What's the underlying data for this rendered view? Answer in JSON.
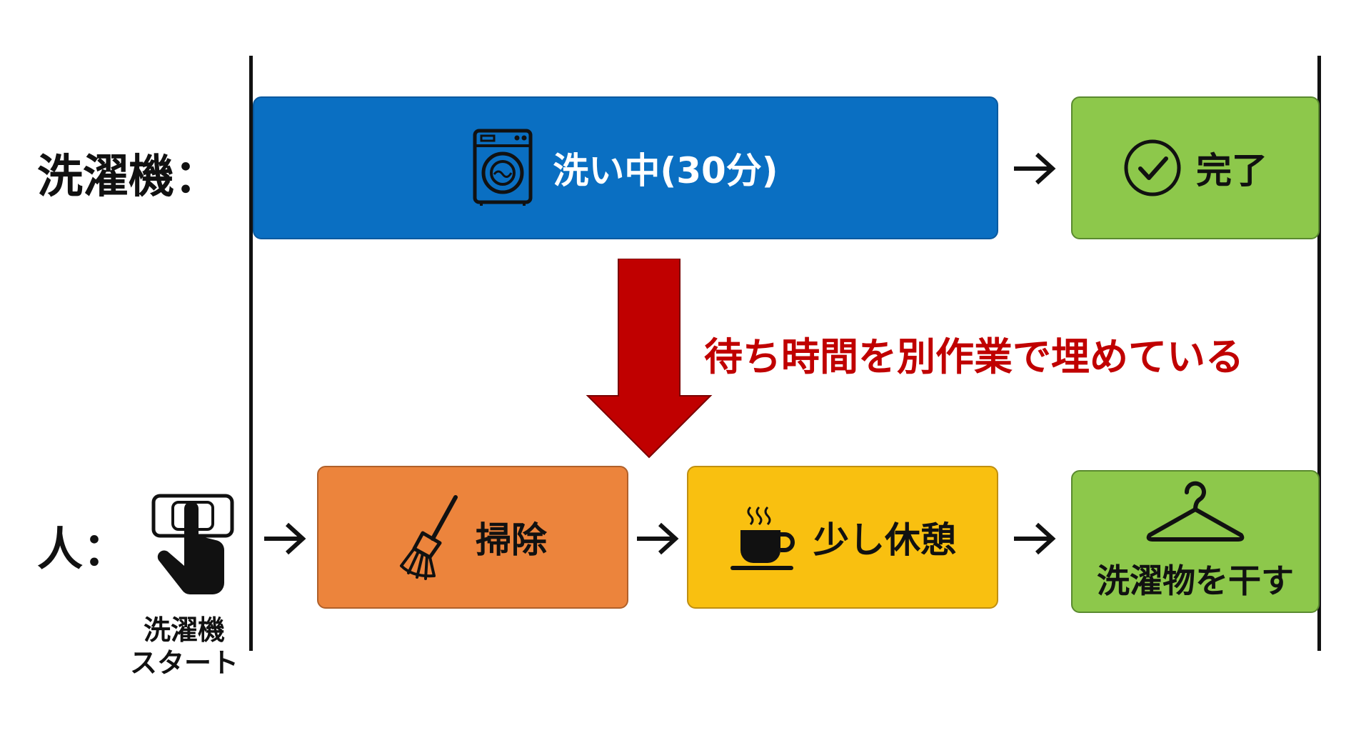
{
  "machine_row": {
    "label": "洗濯機：",
    "washing": {
      "label": "洗い中(30分)",
      "icon": "washing-machine-icon",
      "color": "#0a6fc2"
    },
    "done": {
      "label": "完了",
      "icon": "check-circle-icon",
      "color": "#8dc84b"
    }
  },
  "callout": {
    "text": "待ち時間を別作業で埋めている",
    "color": "#c00000"
  },
  "person_row": {
    "label": "人：",
    "start": {
      "icon": "touch-button-icon",
      "caption_line1": "洗濯機",
      "caption_line2": "スタート"
    },
    "cleaning": {
      "label": "掃除",
      "icon": "broom-icon",
      "color": "#ec843c"
    },
    "break": {
      "label": "少し休憩",
      "icon": "coffee-cup-icon",
      "color": "#f9c010"
    },
    "hang_laundry": {
      "label": "洗濯物を干す",
      "icon": "hanger-icon",
      "color": "#8dc84b"
    }
  },
  "arrow_icon": "right-arrow-icon"
}
